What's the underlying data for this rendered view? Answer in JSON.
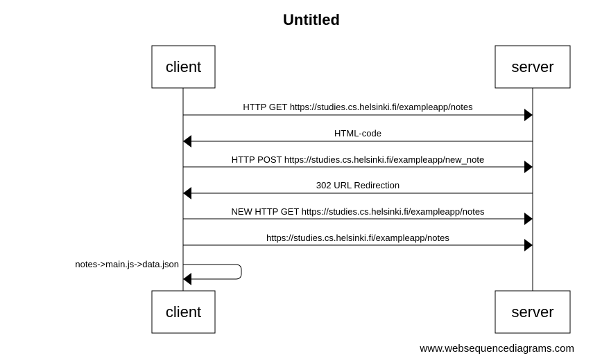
{
  "title": "Untitled",
  "participants": [
    {
      "id": "client",
      "label": "client"
    },
    {
      "id": "server",
      "label": "server"
    }
  ],
  "messages": [
    {
      "from": "client",
      "to": "server",
      "label": "HTTP GET https://studies.cs.helsinki.fi/exampleapp/notes"
    },
    {
      "from": "server",
      "to": "client",
      "label": "HTML-code"
    },
    {
      "from": "client",
      "to": "server",
      "label": "HTTP POST https://studies.cs.helsinki.fi/exampleapp/new_note"
    },
    {
      "from": "server",
      "to": "client",
      "label": "302 URL Redirection"
    },
    {
      "from": "client",
      "to": "server",
      "label": "NEW HTTP GET https://studies.cs.helsinki.fi/exampleapp/notes"
    },
    {
      "from": "client",
      "to": "server",
      "label": "https://studies.cs.helsinki.fi/exampleapp/notes"
    },
    {
      "from": "client",
      "to": "client",
      "label": "notes->main.js->data.json"
    }
  ],
  "footer": "www.websequencediagrams.com",
  "colors": {
    "line": "#000000",
    "background": "#ffffff"
  }
}
